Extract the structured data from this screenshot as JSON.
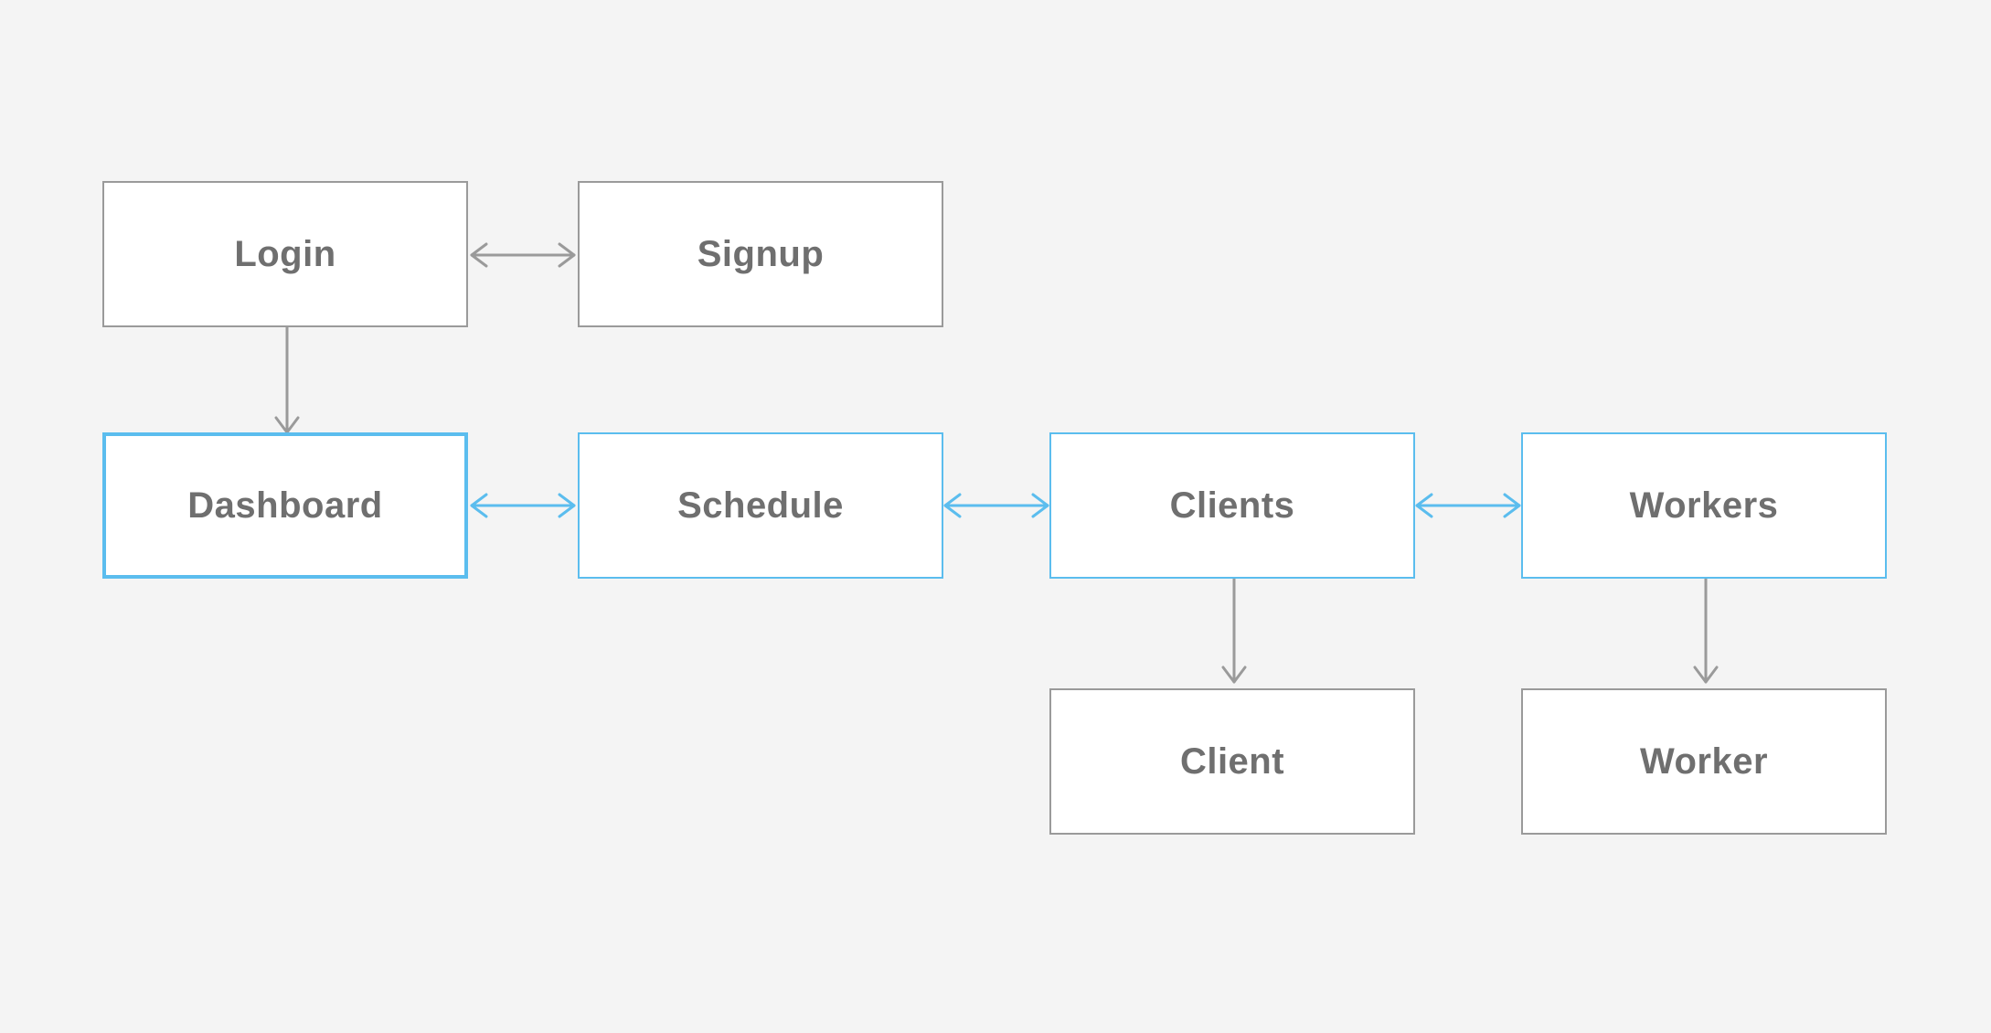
{
  "diagram": {
    "nodes": {
      "login": "Login",
      "signup": "Signup",
      "dashboard": "Dashboard",
      "schedule": "Schedule",
      "clients": "Clients",
      "workers": "Workers",
      "client": "Client",
      "worker": "Worker"
    },
    "edges": [
      {
        "from": "login",
        "to": "signup",
        "direction": "both"
      },
      {
        "from": "login",
        "to": "dashboard",
        "direction": "forward"
      },
      {
        "from": "dashboard",
        "to": "schedule",
        "direction": "both"
      },
      {
        "from": "schedule",
        "to": "clients",
        "direction": "both"
      },
      {
        "from": "clients",
        "to": "workers",
        "direction": "both"
      },
      {
        "from": "clients",
        "to": "client",
        "direction": "forward"
      },
      {
        "from": "workers",
        "to": "worker",
        "direction": "forward"
      }
    ],
    "colors": {
      "background": "#f4f4f4",
      "node_fill": "#ffffff",
      "gray_border": "#9a9a9a",
      "blue_accent": "#5bbdee",
      "text": "#6f6f6f"
    }
  }
}
